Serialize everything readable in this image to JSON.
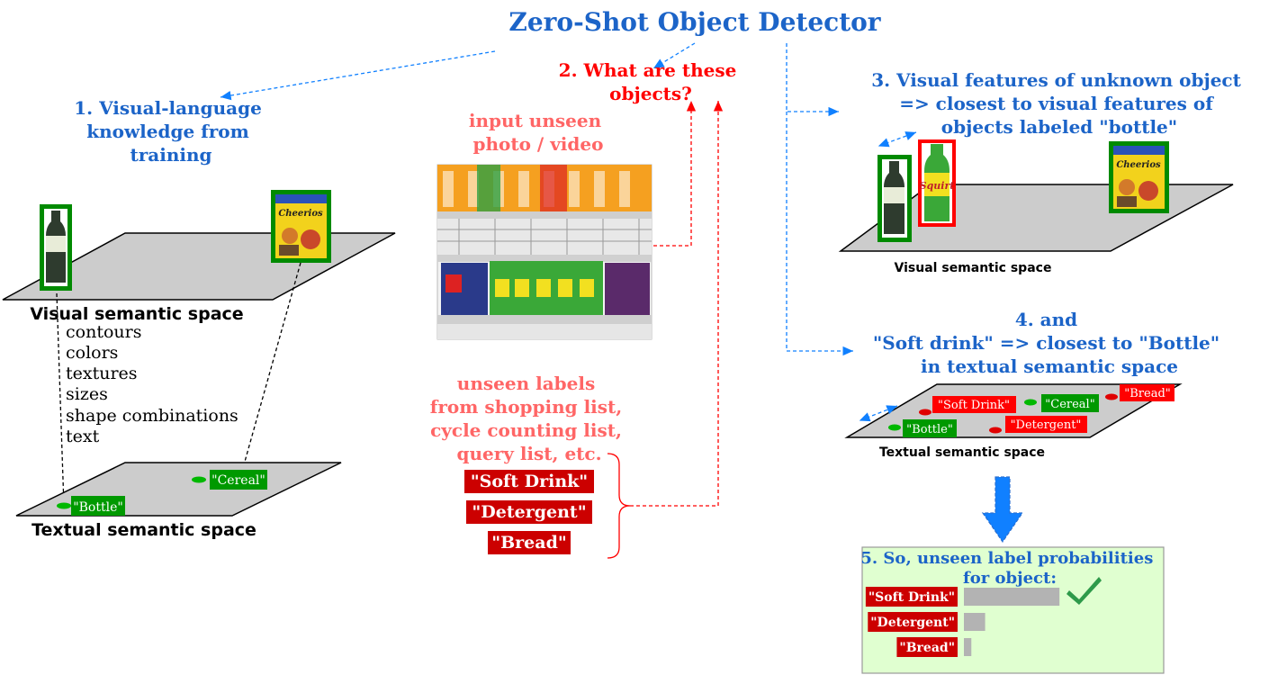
{
  "colors": {
    "title_blue": "#1c64c8",
    "red": "#ff0000",
    "salmon": "#ff6666",
    "label_green": "#009900",
    "label_red": "#cc0000",
    "plane_fill": "#cccccc",
    "dot_green": "#00b800",
    "dot_red": "#e00000",
    "arrow_blue": "#1080ff",
    "result_bg": "#e0ffd0",
    "bar_gray": "#b3b3b3",
    "check_green": "#2e9a4a"
  },
  "title": "Zero-Shot Object Detector",
  "step1": {
    "lines": [
      "1. Visual-language",
      "knowledge from",
      "training"
    ],
    "visual_space_label": "Visual semantic space",
    "textual_space_label": "Textual semantic space",
    "features": [
      "contours",
      "colors",
      "textures",
      "sizes",
      "shape combinations",
      "text"
    ],
    "labels": {
      "bottle": "\"Bottle\"",
      "cereal": "\"Cereal\""
    }
  },
  "step2": {
    "lines": [
      "2. What are these",
      "objects?"
    ],
    "input_lines": [
      "input unseen",
      "photo / video"
    ],
    "unseen_lines": [
      "unseen labels",
      "from shopping list,",
      "cycle counting list,",
      "query list, etc."
    ],
    "unseen_labels": [
      "\"Soft Drink\"",
      "\"Detergent\"",
      "\"Bread\""
    ]
  },
  "step3": {
    "lines": [
      "3. Visual features of unknown object",
      "=> closest to visual features of",
      "objects labeled \"bottle\""
    ],
    "space_label": "Visual semantic space"
  },
  "step4": {
    "lines": [
      "4. and",
      "\"Soft drink\" => closest to \"Bottle\"",
      "in textual semantic space"
    ],
    "space_label": "Textual semantic space",
    "labels": {
      "soft_drink": "\"Soft Drink\"",
      "cereal": "\"Cereal\"",
      "bread": "\"Bread\"",
      "bottle": "\"Bottle\"",
      "detergent": "\"Detergent\""
    }
  },
  "step5": {
    "lines": [
      "5. So, unseen label probabilities",
      "for object:"
    ],
    "rows": [
      {
        "label": "\"Soft Drink\"",
        "value": 0.9
      },
      {
        "label": "\"Detergent\"",
        "value": 0.2
      },
      {
        "label": "\"Bread\"",
        "value": 0.07
      }
    ]
  }
}
